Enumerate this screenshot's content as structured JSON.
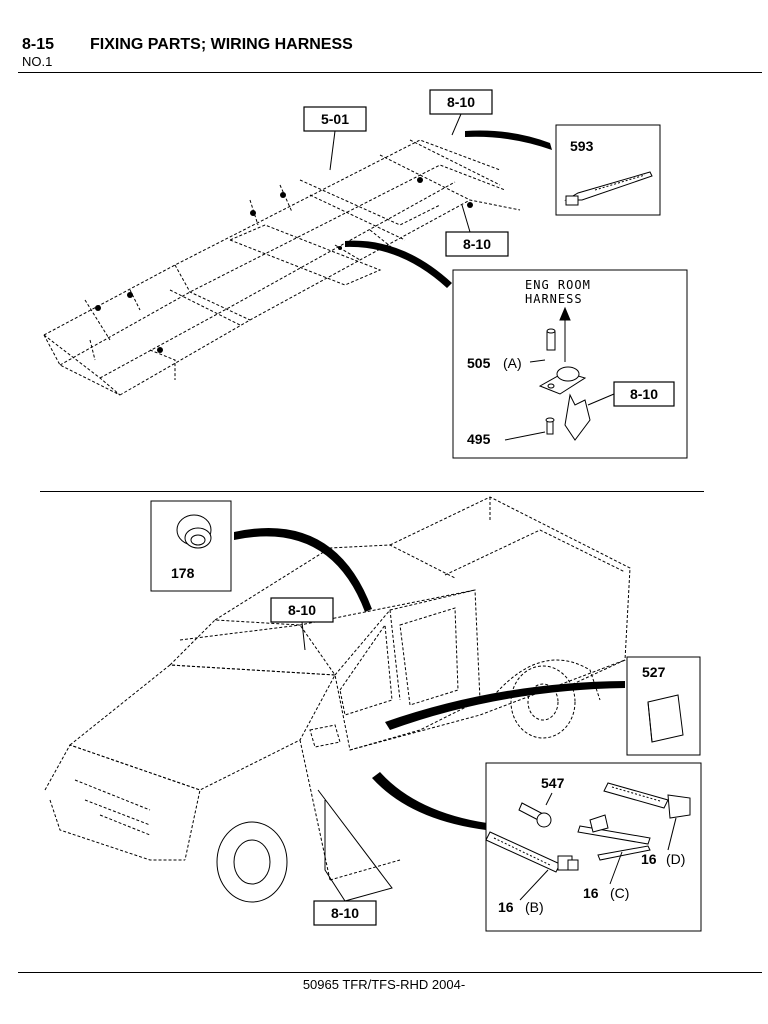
{
  "header": {
    "section": "8-15",
    "title": "FIXING PARTS; WIRING HARNESS",
    "sub": "NO.1"
  },
  "footer": {
    "text": "50965 TFR/TFS-RHD 2004-"
  },
  "frame_view": {
    "refs": [
      "5-01",
      "8-10",
      "8-10"
    ],
    "clip_part": "593",
    "detail": {
      "caption_line1": "ENG ROOM",
      "caption_line2": "HARNESS",
      "part_a_num": "505",
      "part_a_letter": "(A)",
      "part_b_num": "495",
      "ref": "8-10"
    }
  },
  "vehicle_view": {
    "grommet": "178",
    "ref_roof": "8-10",
    "ref_bottom": "8-10",
    "pad": "527",
    "detail": {
      "bolt": "547",
      "b_num": "16",
      "b_letter": "(B)",
      "c_num": "16",
      "c_letter": "(C)",
      "d_num": "16",
      "d_letter": "(D)"
    }
  }
}
